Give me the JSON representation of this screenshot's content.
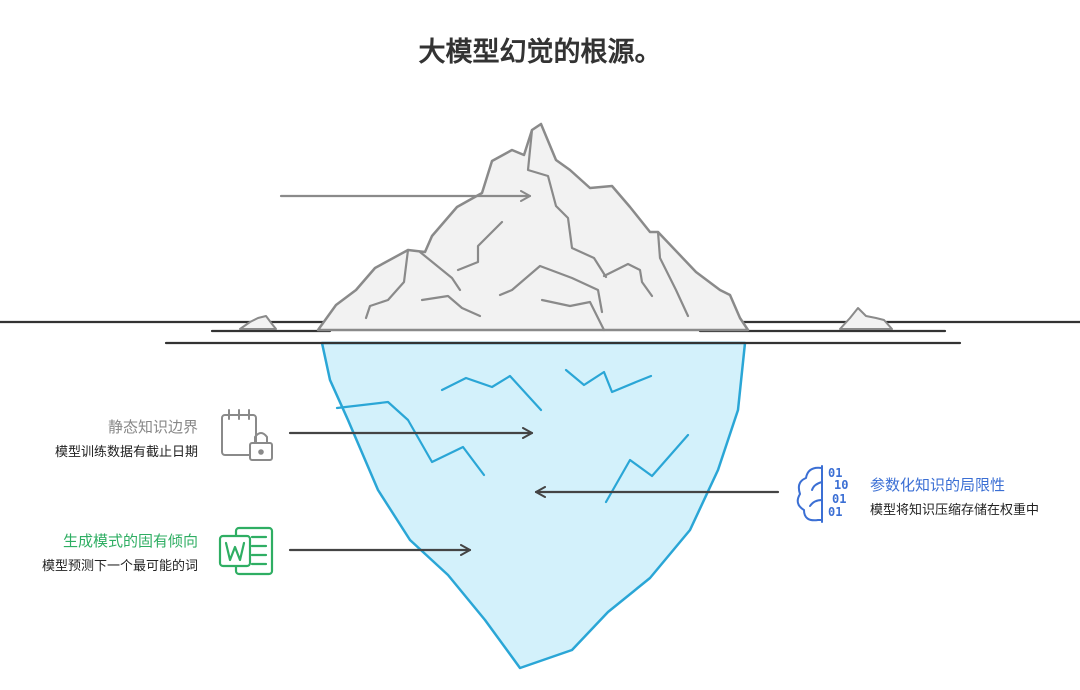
{
  "title": "大模型幻觉的根源。",
  "labels": {
    "static": {
      "heading": "静态知识边界",
      "description": "模型训练数据有截止日期"
    },
    "generation": {
      "heading": "生成模式的固有倾向",
      "description": "模型预测下一个最可能的词"
    },
    "parametric": {
      "heading": "参数化知识的局限性",
      "description": "模型将知识压缩存储在权重中"
    }
  },
  "icons": {
    "static": "calendar-lock-icon",
    "generation": "word-document-icon",
    "parametric": "brain-binary-icon",
    "binary_digits": [
      "01",
      "10",
      "01",
      "01"
    ]
  },
  "colors": {
    "title": "#333333",
    "static_heading": "#888888",
    "generation_heading": "#2fae63",
    "parametric_heading": "#3b6fd4",
    "ice_above": "#f2f2f2",
    "ice_above_stroke": "#8a8a8a",
    "ice_below": "#d3f1fb",
    "ice_below_stroke": "#2aa6d6",
    "arrow": "#444444"
  }
}
